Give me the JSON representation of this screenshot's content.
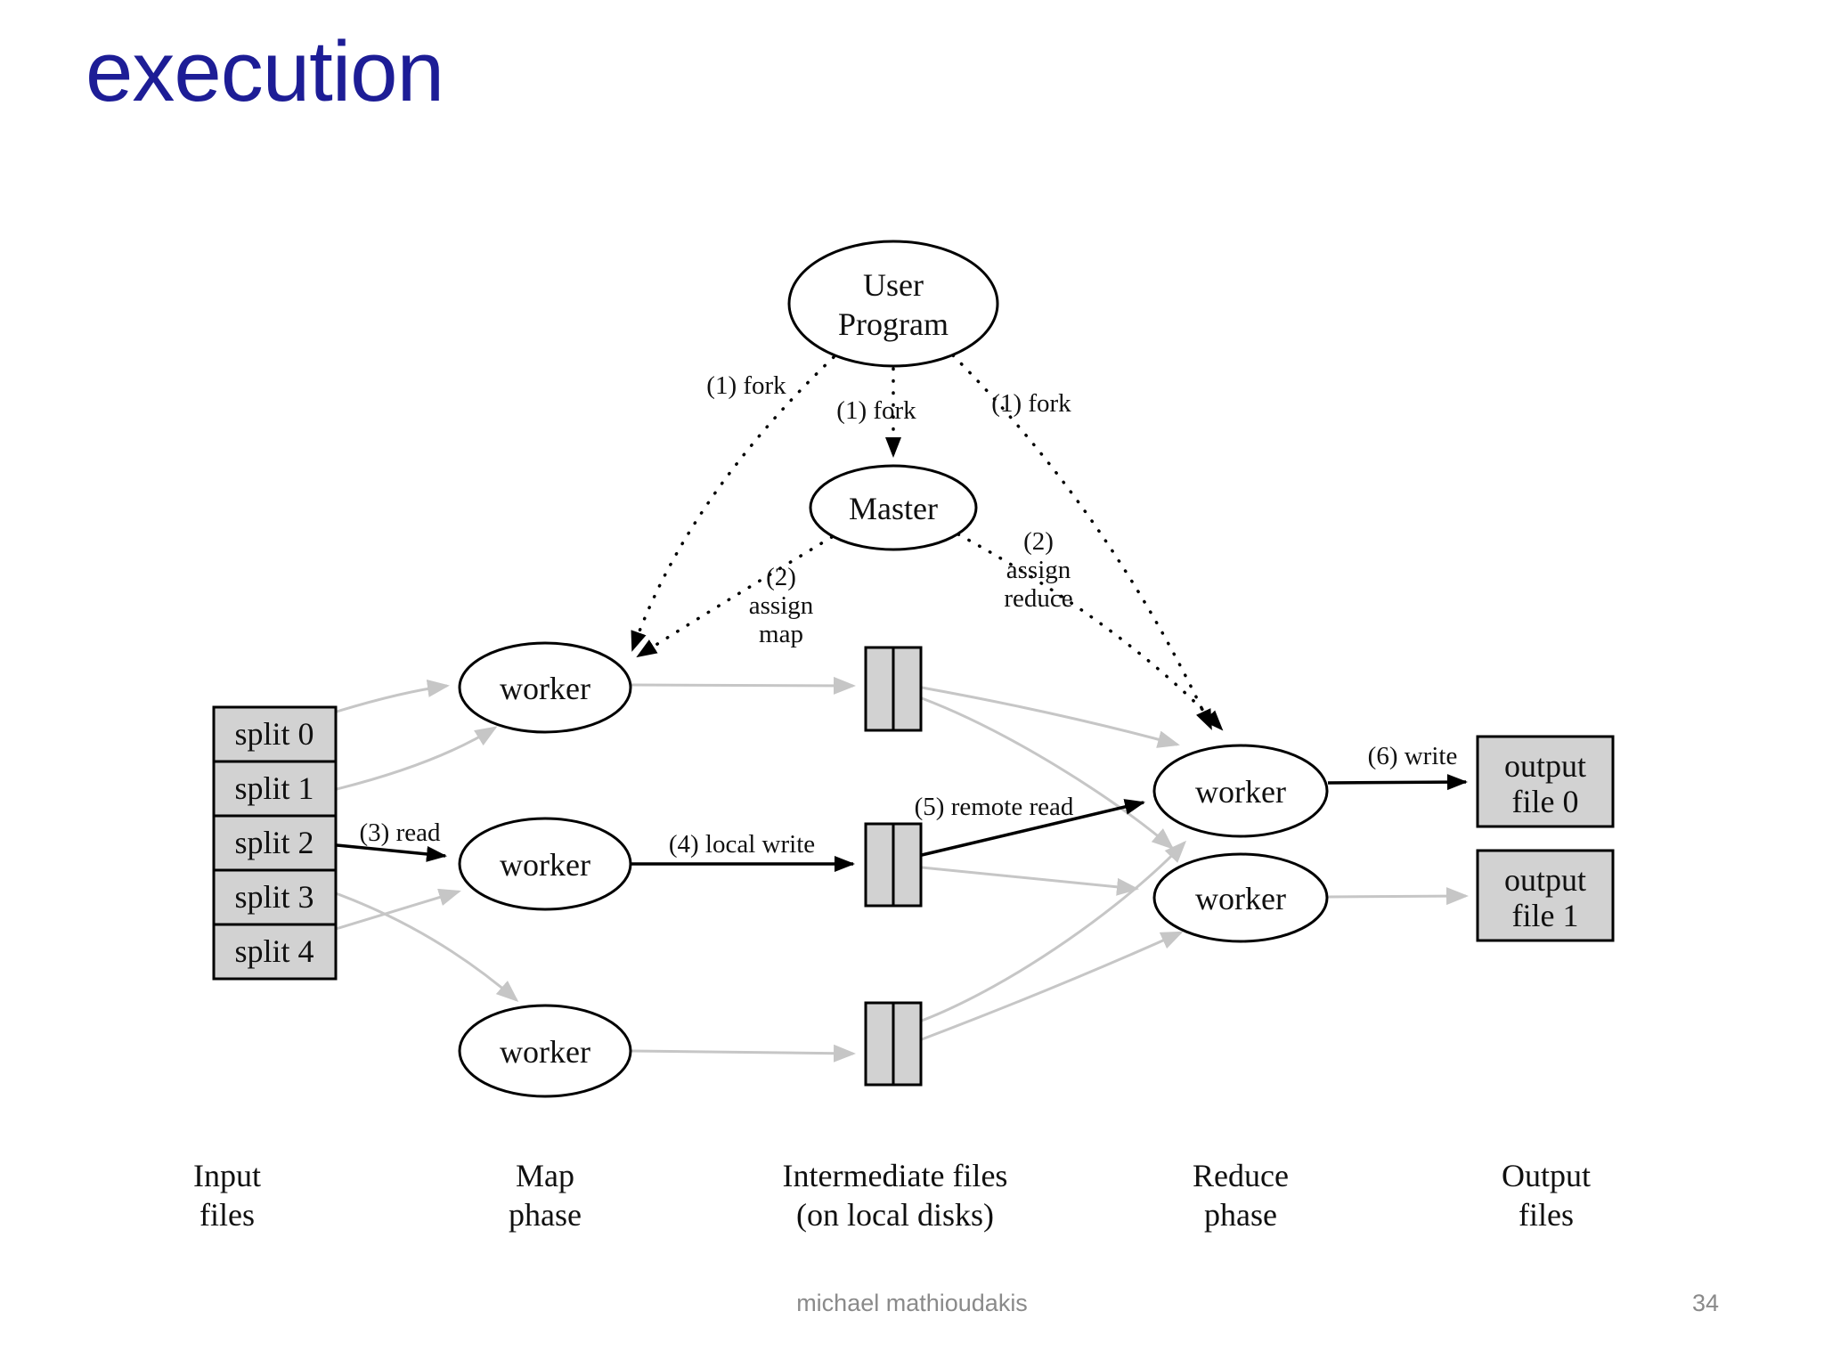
{
  "title": "execution",
  "footer": {
    "author": "michael mathioudakis",
    "page": "34"
  },
  "colors": {
    "title": "#1d1d96",
    "ink": "#000000",
    "box_fill": "#d2d2d2",
    "gray_arrow": "#c6c6c6",
    "footer_text": "#8a8a8a"
  },
  "diagram": {
    "nodes": {
      "user_program": {
        "line1": "User",
        "line2": "Program"
      },
      "master": {
        "label": "Master"
      },
      "map_workers": [
        {
          "label": "worker"
        },
        {
          "label": "worker"
        },
        {
          "label": "worker"
        }
      ],
      "reduce_workers": [
        {
          "label": "worker"
        },
        {
          "label": "worker"
        }
      ],
      "splits": [
        {
          "label": "split 0"
        },
        {
          "label": "split 1"
        },
        {
          "label": "split 2"
        },
        {
          "label": "split 3"
        },
        {
          "label": "split 4"
        }
      ],
      "output_files": [
        {
          "line1": "output",
          "line2": "file 0"
        },
        {
          "line1": "output",
          "line2": "file 1"
        }
      ]
    },
    "edge_labels": {
      "fork_left": "(1) fork",
      "fork_center": "(1) fork",
      "fork_right": "(1) fork",
      "assign_map": {
        "line1": "(2)",
        "line2": "assign",
        "line3": "map"
      },
      "assign_reduce": {
        "line1": "(2)",
        "line2": "assign",
        "line3": "reduce"
      },
      "read": "(3) read",
      "local_write": "(4) local write",
      "remote_read": "(5) remote read",
      "write": "(6) write"
    },
    "phase_labels": [
      {
        "line1": "Input",
        "line2": "files"
      },
      {
        "line1": "Map",
        "line2": "phase"
      },
      {
        "line1": "Intermediate files",
        "line2": "(on local disks)"
      },
      {
        "line1": "Reduce",
        "line2": "phase"
      },
      {
        "line1": "Output",
        "line2": "files"
      }
    ]
  }
}
